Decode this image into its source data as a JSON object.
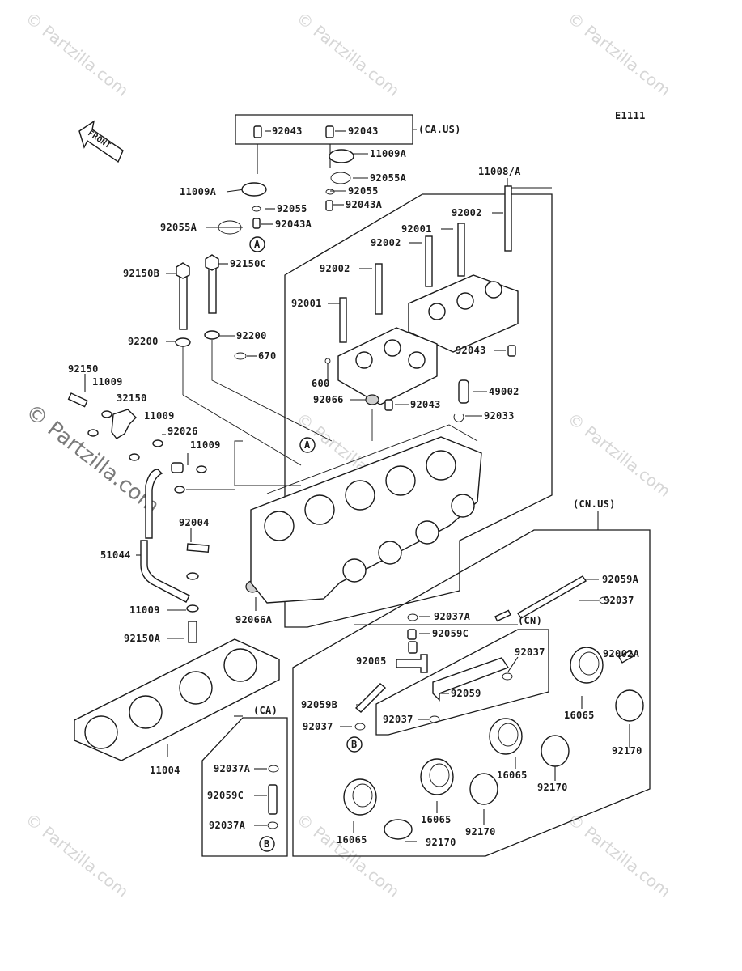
{
  "diagram_id": "E1111",
  "front_label": "FRONT",
  "watermarks": {
    "small": "© Partzilla.com",
    "large": "© Partzilla.com"
  },
  "group_labels": {
    "ca_us": "(CA.US)",
    "cn_us": "(CN.US)",
    "cn": "(CN)",
    "ca": "(CA)"
  },
  "markers": {
    "a": "A",
    "b": "B"
  },
  "callouts": {
    "p92043_a": "92043",
    "p92043_b": "92043",
    "p11009a_a": "11009A",
    "p11009a_b": "11009A",
    "p92055a_a": "92055A",
    "p92055_a": "92055",
    "p92055_b": "92055",
    "p92055a_b": "92055A",
    "p92043a_a": "92043A",
    "p92043a_b": "92043A",
    "p11008a": "11008/A",
    "p92002_a": "92002",
    "p92001_a": "92001",
    "p92002_b": "92002",
    "p92002_c": "92002",
    "p92001_b": "92001",
    "p92043_c": "92043",
    "p600": "600",
    "p92066": "92066",
    "p92043_d": "92043",
    "p49002": "49002",
    "p92033": "92033",
    "p92150b": "92150B",
    "p92150c": "92150C",
    "p92200_a": "92200",
    "p92200_b": "92200",
    "p670": "670",
    "p92150": "92150",
    "p11009_a": "11009",
    "p32150": "32150",
    "p11009_b": "11009",
    "p92026": "92026",
    "p11009_c": "11009",
    "p92004": "92004",
    "p51044": "51044",
    "p11009_d": "11009",
    "p92150a": "92150A",
    "p92066a": "92066A",
    "p11004": "11004",
    "p92059a": "92059A",
    "p92037_a": "92037",
    "p92037a_a": "92037A",
    "p92059c_a": "92059C",
    "p92002a": "92002A",
    "p92037_b": "92037",
    "p92005": "92005",
    "p92059": "92059",
    "p16065_a": "16065",
    "p92059b": "92059B",
    "p92037_c": "92037",
    "p92037_d": "92037",
    "p92170_a": "92170",
    "p16065_b": "16065",
    "p92170_b": "92170",
    "p16065_c": "16065",
    "p92170_c": "92170",
    "p16065_d": "16065",
    "p92170_d": "92170",
    "p92037a_b": "92037A",
    "p92059c_b": "92059C",
    "p92037a_c": "92037A"
  }
}
